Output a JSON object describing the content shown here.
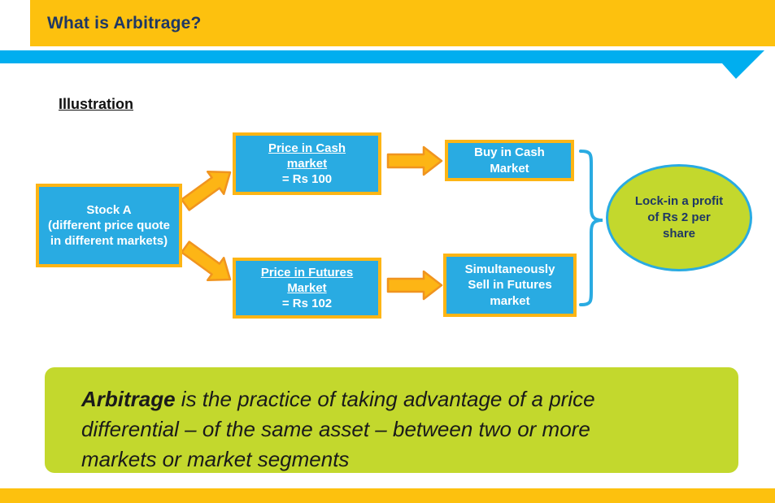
{
  "slide": {
    "title": "What is Arbitrage?",
    "section_heading": "Illustration"
  },
  "diagram": {
    "stock_box": {
      "line1": "Stock A",
      "line2": "(different price quote in different markets)"
    },
    "cash_box": {
      "label": "Price in Cash market",
      "value": "= Rs 100"
    },
    "futures_box": {
      "label": "Price in Futures Market",
      "value": "= Rs 102"
    },
    "buy_box": {
      "label": "Buy in Cash Market"
    },
    "sell_box": {
      "label": "Simultaneously Sell in Futures market"
    },
    "result": {
      "label": "Lock-in a profit of Rs 2 per share"
    }
  },
  "definition": {
    "term": "Arbitrage",
    "text": " is the practice of taking advantage of a price differential – of the same asset – between two or more markets or market segments"
  },
  "colors": {
    "header_yellow": "#FDC10E",
    "accent_cyan": "#00AEEF",
    "box_blue": "#29ABE2",
    "box_border": "#FDB515",
    "box_text": "#FFFFFF",
    "arrow_fill": "#FDB515",
    "arrow_stroke": "#F0941F",
    "ellipse_fill": "#C3D82D",
    "ellipse_border": "#29ABE2",
    "definition_bg": "#C3D82D",
    "title_color": "#1F3864",
    "dark_text": "#1A1A1A"
  }
}
